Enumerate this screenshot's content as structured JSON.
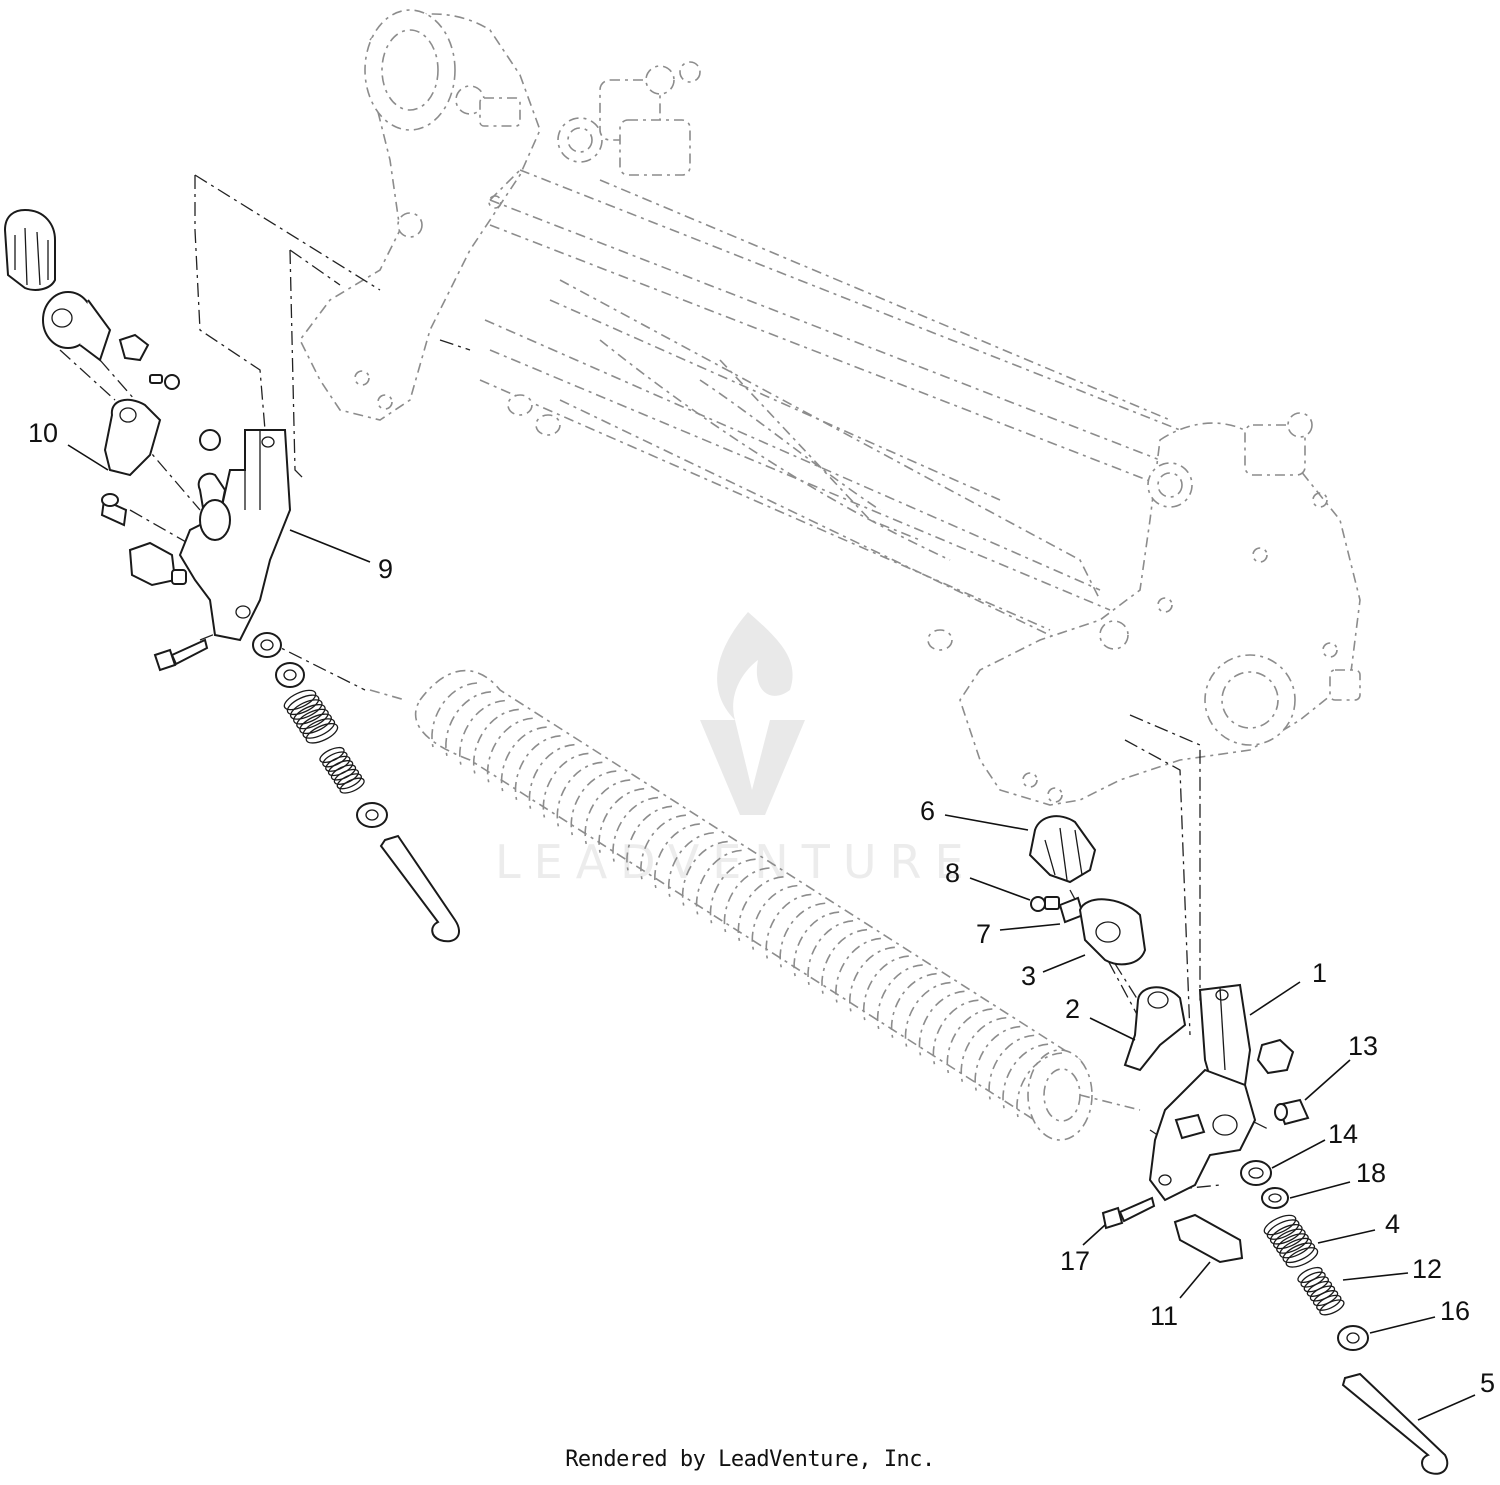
{
  "footer": {
    "credit": "Rendered by LeadVenture, Inc."
  },
  "watermark": {
    "text": "LEADVENTURE"
  },
  "callouts": [
    {
      "id": "1",
      "label": "1"
    },
    {
      "id": "2",
      "label": "2"
    },
    {
      "id": "3",
      "label": "3"
    },
    {
      "id": "4",
      "label": "4"
    },
    {
      "id": "5",
      "label": "5"
    },
    {
      "id": "6",
      "label": "6"
    },
    {
      "id": "7",
      "label": "7"
    },
    {
      "id": "8",
      "label": "8"
    },
    {
      "id": "9",
      "label": "9"
    },
    {
      "id": "10",
      "label": "10"
    },
    {
      "id": "11",
      "label": "11"
    },
    {
      "id": "12",
      "label": "12"
    },
    {
      "id": "13",
      "label": "13"
    },
    {
      "id": "14",
      "label": "14"
    },
    {
      "id": "16",
      "label": "16"
    },
    {
      "id": "17",
      "label": "17"
    },
    {
      "id": "18",
      "label": "18"
    }
  ],
  "colors": {
    "line": "#1a1a1a",
    "ghost": "#8c8c8c",
    "watermark": "#e9e9e9",
    "background": "#ffffff"
  }
}
